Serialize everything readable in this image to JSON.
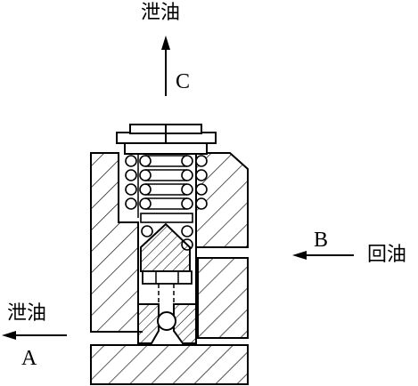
{
  "labels": {
    "top_text": "泄油",
    "top_letter": "C",
    "right_text": "回油",
    "right_letter": "B",
    "left_text": "泄油",
    "left_letter": "A"
  }
}
